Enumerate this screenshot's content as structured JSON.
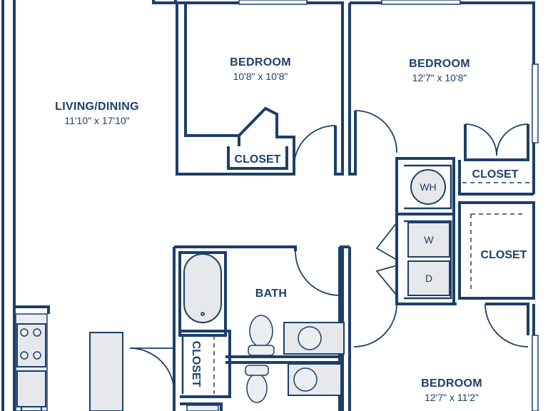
{
  "rooms": {
    "living_dining": {
      "name": "LIVING/DINING",
      "dimensions": "11'10\" x 17'10\""
    },
    "bedroom_1": {
      "name": "BEDROOM",
      "dimensions": "10'8\" x 10'8\""
    },
    "bedroom_2": {
      "name": "BEDROOM",
      "dimensions": "12'7\" x 10'8\""
    },
    "bedroom_3": {
      "name": "BEDROOM",
      "dimensions": "12'7\" x 11'2\""
    },
    "bath": {
      "name": "BATH"
    }
  },
  "closets": {
    "bedroom_1_closet": "CLOSET",
    "bedroom_2_closet": "CLOSET",
    "hall_closet": "CLOSET",
    "bath_closet": "CLOSET"
  },
  "appliances": {
    "water_heater": "WH",
    "washer": "W",
    "dryer": "D"
  },
  "colors": {
    "wall": "#1c3f6b",
    "fixture": "#e6e8eb",
    "background": "#ffffff"
  }
}
